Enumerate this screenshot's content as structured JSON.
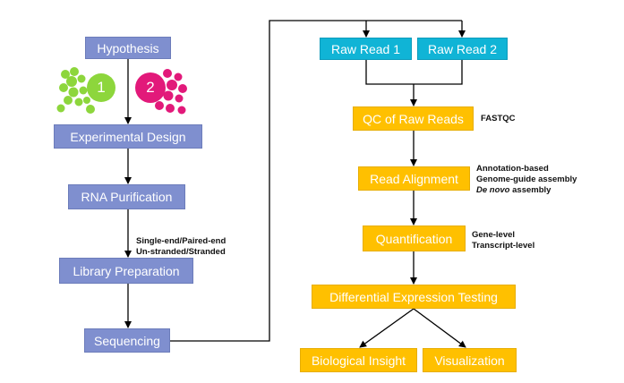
{
  "left_column": {
    "hypothesis": "Hypothesis",
    "experimental_design": "Experimental Design",
    "rna_purification": "RNA Purification",
    "library_preparation": "Library Preparation",
    "sequencing": "Sequencing",
    "condition_1": "1",
    "condition_2": "2",
    "library_notes": {
      "line1": "Single-end/Paired-end",
      "line2": "Un-stranded/Stranded"
    }
  },
  "right_column": {
    "raw_read_1": "Raw Read 1",
    "raw_read_2": "Raw Read 2",
    "qc": "QC of Raw Reads",
    "qc_tool": "FASTQC",
    "read_alignment": "Read Alignment",
    "alignment_notes": {
      "line1": "Annotation-based",
      "line2": "Genome-guide assembly",
      "line3_italic": "De novo",
      "line3_rest": " assembly"
    },
    "quantification": "Quantification",
    "quant_notes": {
      "line1": "Gene-level",
      "line2": "Transcript-level"
    },
    "differential_expression": "Differential Expression Testing",
    "biological_insight": "Biological Insight",
    "visualization": "Visualization"
  },
  "colors": {
    "left_boxes": "#7f8fcf",
    "raw_read_boxes": "#10b4d6",
    "analysis_boxes": "#ffc000",
    "group_1": "#8dd63c",
    "group_2": "#e2197a",
    "arrows": "#000000"
  }
}
